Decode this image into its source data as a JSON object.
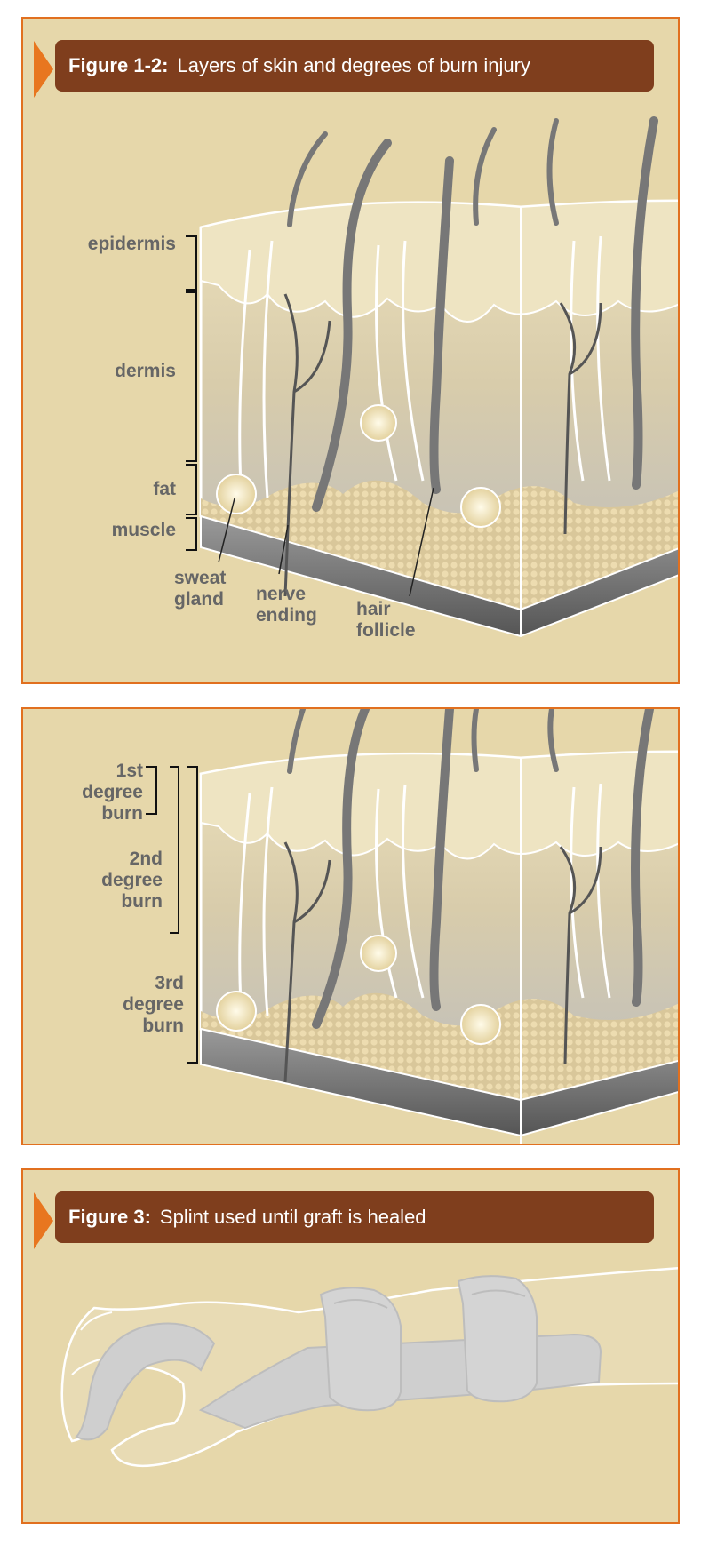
{
  "figure_1_2": {
    "number": "Figure 1-2:",
    "caption": "Layers of skin and degrees of burn injury",
    "layer_labels": {
      "epidermis": "epidermis",
      "dermis": "dermis",
      "fat": "fat",
      "muscle": "muscle"
    },
    "callouts": {
      "sweat_gland": [
        "sweat",
        "gland"
      ],
      "nerve_ending": [
        "nerve",
        "ending"
      ],
      "hair_follicle": [
        "hair",
        "follicle"
      ]
    }
  },
  "burn_degrees": {
    "first": [
      "1st",
      "degree",
      "burn"
    ],
    "second": [
      "2nd",
      "degree",
      "burn"
    ],
    "third": [
      "3rd",
      "degree",
      "burn"
    ]
  },
  "figure_3": {
    "number": "Figure 3:",
    "caption": "Splint used until graft is healed"
  },
  "colors": {
    "panel_background": "#e6d7aa",
    "panel_border": "#e1701f",
    "banner": "#7f3e1d",
    "label_text": "#666666"
  }
}
